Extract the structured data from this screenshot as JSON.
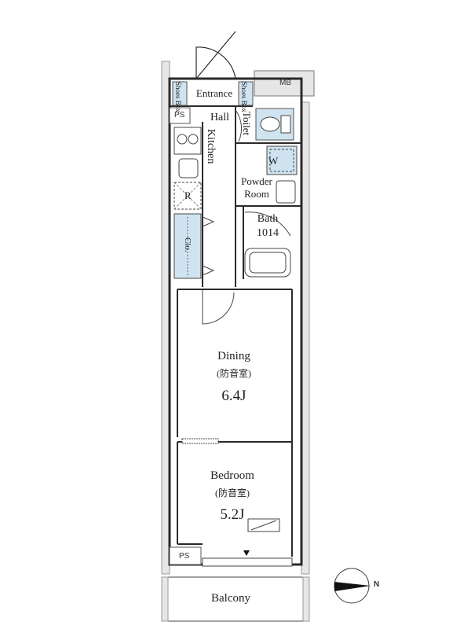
{
  "rooms": {
    "entrance": "Entrance",
    "hall": "Hall",
    "kitchen": "Kitchen",
    "toilet": "Toilet",
    "powder_room_line1": "Powder",
    "powder_room_line2": "Room",
    "bath": "Bath",
    "bath_size": "1014",
    "closet": "Clo.",
    "fridge": "R",
    "washer": "W",
    "dining": "Dining",
    "dining_note": "(防音室)",
    "dining_area": "6.4J",
    "bedroom": "Bedroom",
    "bedroom_note": "(防音室)",
    "bedroom_area": "5.2J",
    "balcony": "Balcony",
    "shoes_box_left": "Shoes Box",
    "shoes_box_right": "Shoes Box",
    "ps_top": "PS",
    "ps_bottom": "PS",
    "mb": "MB"
  },
  "compass": {
    "north_label": "N"
  },
  "colors": {
    "fixture_blue": "#cfe3f0",
    "wall": "#2a2a2a",
    "gray_fill": "#e8e8e8"
  }
}
